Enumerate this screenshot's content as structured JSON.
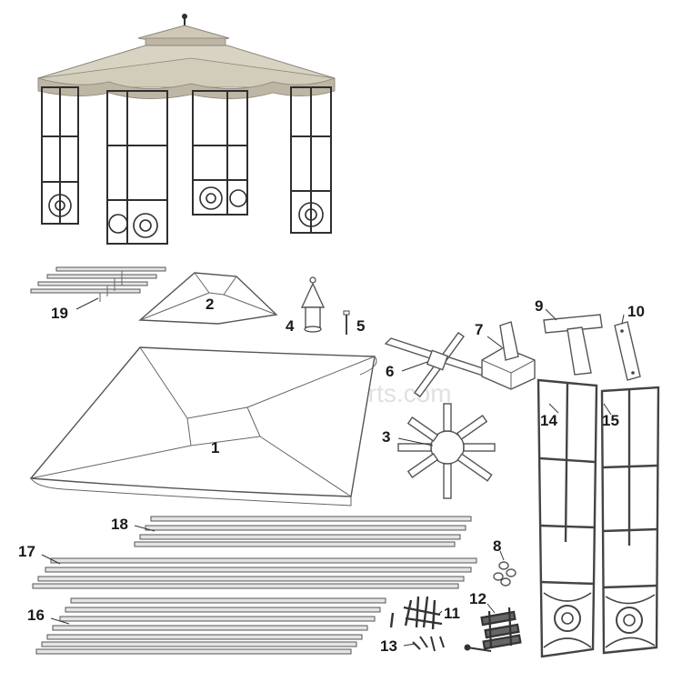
{
  "watermark": "eReplacementParts.com",
  "labels": {
    "p1": "1",
    "p2": "2",
    "p3": "3",
    "p4": "4",
    "p5": "5",
    "p6": "6",
    "p7": "7",
    "p8": "8",
    "p9": "9",
    "p10": "10",
    "p11": "11",
    "p12": "12",
    "p13": "13",
    "p14": "14",
    "p15": "15",
    "p16": "16",
    "p17": "17",
    "p18": "18",
    "p19": "19"
  },
  "colors": {
    "canopy": "#d9d3c3",
    "canopy_shadow": "#bdb6a5",
    "frame": "#2f2f2f",
    "line": "#555555"
  }
}
